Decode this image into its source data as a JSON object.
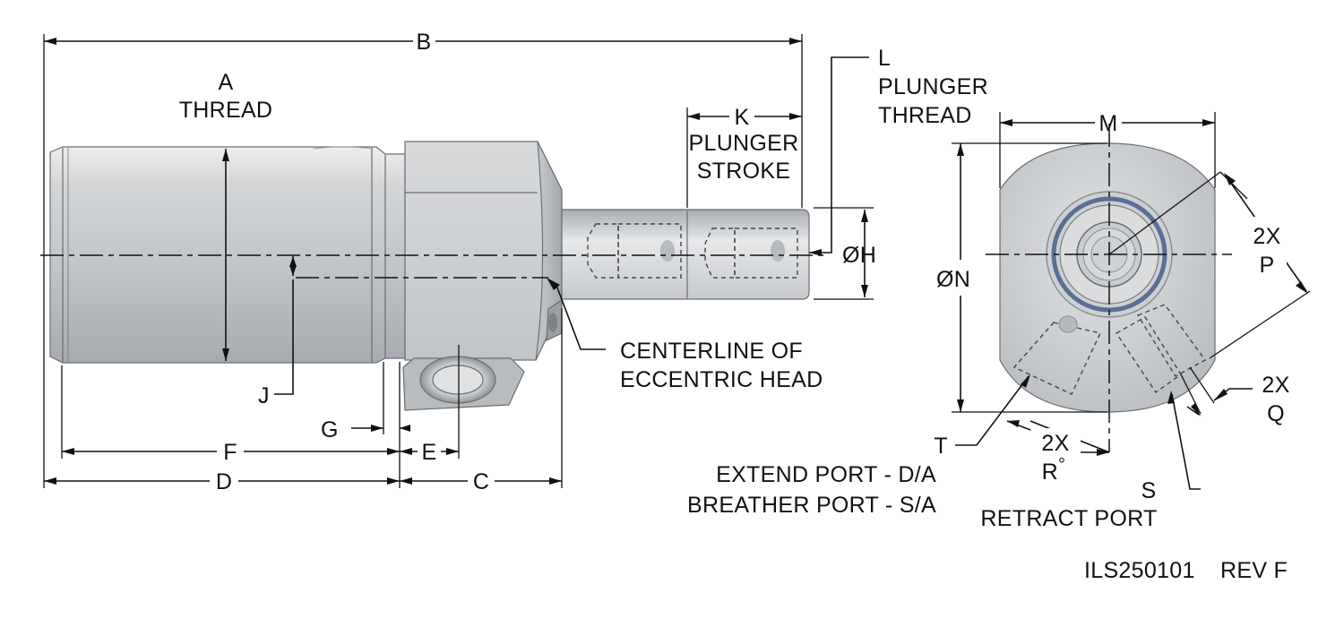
{
  "labels": {
    "a": "A",
    "thread": "THREAD",
    "b": "B",
    "c": "C",
    "d": "D",
    "e": "E",
    "f": "F",
    "g": "G",
    "h": "H",
    "j": "J",
    "k": "K",
    "plunger_stroke_1": "PLUNGER",
    "plunger_stroke_2": "STROKE",
    "l": "L",
    "plunger_thread_1": "PLUNGER",
    "plunger_thread_2": "THREAD",
    "m": "M",
    "n": "N",
    "p_count": "2X",
    "p": "P",
    "q_count": "2X",
    "q": "Q",
    "r_count": "2X",
    "r": "R",
    "s": "S",
    "t": "T",
    "centerline_1": "CENTERLINE OF",
    "centerline_2": "ECCENTRIC HEAD",
    "extend_port": "EXTEND PORT - D/A",
    "breather_port": "BREATHER PORT - S/A",
    "retract_port": "RETRACT PORT",
    "diameter_symbol": "Ø",
    "degree_symbol": "°"
  },
  "footer": {
    "drawing_number": "ILS250101",
    "revision": "REV F"
  },
  "colors": {
    "body_light": "#d4d6d8",
    "body_mid": "#b6b9bc",
    "body_dark": "#8e9296",
    "edge": "#6b6e72",
    "seal_blue": "#5a6f96",
    "line": "#111111"
  }
}
